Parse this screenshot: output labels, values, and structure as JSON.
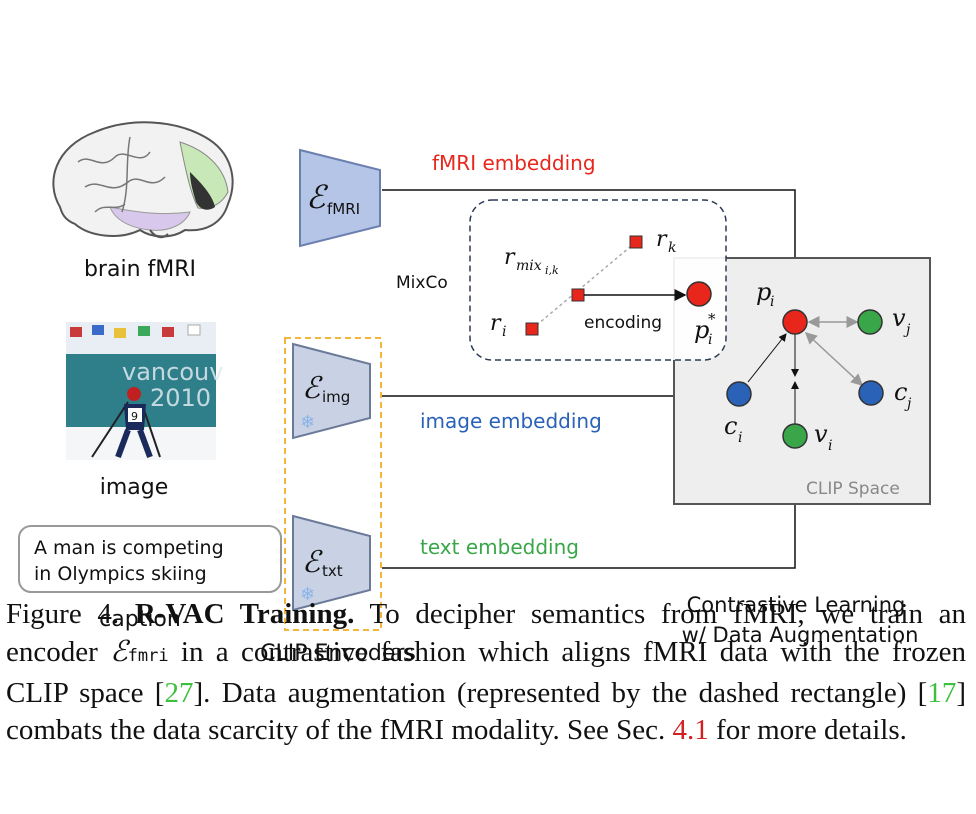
{
  "colors": {
    "fmri": "#e8261c",
    "image": "#2a62b8",
    "text": "#3aa64a",
    "encoder_fmri_fill": "#b5c5e8",
    "encoder_clip_fill": "#c9d1e4",
    "clip_space_fill": "#eeeeee",
    "dashed_orange": "#f3b63a"
  },
  "inputs": {
    "brain_label": "brain fMRI",
    "image_label": "image",
    "image_banner_text": "vancouv",
    "image_banner_year": "2010",
    "image_bib": "9",
    "caption_box_line1": "A man is competing",
    "caption_box_line2": "in Olympics skiing",
    "caption_label": "caption"
  },
  "encoders": {
    "fmri_symbol": "ℰ",
    "fmri_sub": "fMRI",
    "img_symbol": "ℰ",
    "img_sub": "img",
    "txt_symbol": "ℰ",
    "txt_sub": "txt",
    "group_label": "CLIP Encoders",
    "frozen_icon": "snowflake-icon"
  },
  "arrows": {
    "fmri_label": "fMRI embedding",
    "image_label": "image embedding",
    "text_label": "text embedding"
  },
  "mixco": {
    "label": "MixCo",
    "r_i": "r",
    "r_i_sub": "i",
    "r_k": "r",
    "r_k_sub": "k",
    "r_mix": "r",
    "r_mix_sub": "mix",
    "r_mix_subsub": "i,k",
    "encoding_label": "encoding",
    "p_star": "p",
    "p_star_sub": "i",
    "p_star_sup": "*"
  },
  "clip_space": {
    "label": "CLIP Space",
    "p_i": "p",
    "p_i_sub": "i",
    "v_j": "v",
    "v_j_sub": "j",
    "c_j": "c",
    "c_j_sub": "j",
    "c_i": "c",
    "c_i_sub": "i",
    "v_i": "v",
    "v_i_sub": "i"
  },
  "learning": {
    "line1": "Contrastive Learning",
    "line2": "w/ Data Augmentation"
  },
  "figure_caption": {
    "prefix": "Figure 4. ",
    "title": "R-VAC Training.",
    "text1": " To decipher semantics from fMRI, we train an encoder ",
    "enc_symbol": "ℰ",
    "enc_sub": "fmri",
    "text2": " in a contrastive fashion which aligns fMRI data with the frozen CLIP space [",
    "ref1": "27",
    "text3": "]. Data augmentation (represented by the dashed rectangle) [",
    "ref2": "17",
    "text4": "] combats the data scarcity of the fMRI modality. See Sec. ",
    "ref3": "4.1",
    "text5": " for more details."
  }
}
